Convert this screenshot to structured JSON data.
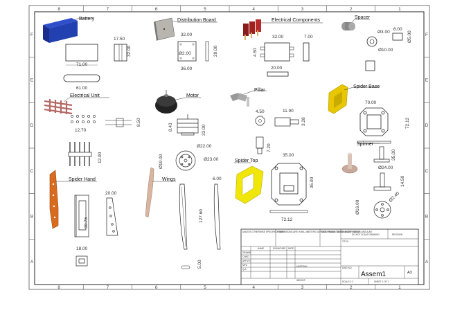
{
  "zones": {
    "cols": [
      "8",
      "7",
      "6",
      "5",
      "4",
      "3",
      "2",
      "1"
    ],
    "rows": [
      "F",
      "E",
      "D",
      "C",
      "B",
      "A"
    ]
  },
  "labels": {
    "battery": "Battery",
    "distribution_board": "Distribution Board",
    "electrical_components": "Electrical Components",
    "spacer": "Spacer",
    "electrical_unit": "Electrical Unit",
    "motor": "Motor",
    "pillar": "Pillar",
    "spider_base": "Spider Base",
    "spinner": "Spinner",
    "spider_top": "Spider Top",
    "spider_hand": "Spider Hand",
    "wings": "Wings"
  },
  "dims": {
    "battery_w": "71.00",
    "battery_h": "61.00",
    "battery_d": "17.50",
    "battery_s": "32.00",
    "board_w": "32.00",
    "board_h": "36.00",
    "board_s": "Ø2.00",
    "board_side": "29.00",
    "ec_w": "32.00",
    "ec_d": "7.00",
    "ec_bot": "20.00",
    "ec_side": "4.50",
    "spacer_d1": "Ø3.00",
    "spacer_d2": "Ø10.00",
    "spacer_w": "6.00",
    "spacer_h": "Ø5.00",
    "eu_w": "12.70",
    "eu_h": "12.00",
    "eu_s": "8.50",
    "motor_h": "8.43",
    "motor_d": "Ø22.00",
    "motor_d2": "Ø19.00",
    "motor_d3": "Ø23.00",
    "motor_s": "33.00",
    "pillar_w": "4.50",
    "pillar_l": "11.90",
    "pillar_s": "3.28",
    "pillar_h": "7.20",
    "sb_w": "70.00",
    "sb_h": "72.12",
    "st_w": "72.12",
    "st_h": "35.00",
    "st_s": "35.00",
    "sp_w": "Ø24.00",
    "sp_h": "14.50",
    "sp_d": "Ø16.00",
    "sp_d2": "Ø2.40",
    "sh_w": "20.00",
    "sh_h": "90.76",
    "sh_b": "18.00",
    "wing_l": "127.60",
    "wing_w": "6.00",
    "wing_s": "5.00"
  },
  "title_block": {
    "notes": "UNLESS OTHERWISE SPECIFIED: DIMENSIONS ARE IN MILLIMETERS SURFACE FINISH: TOLERANCES: LINEAR: ANGULAR:",
    "finish": "FINISH:",
    "deburr": "DEBURR AND BREAK SHARP EDGES",
    "dont_scale": "DO NOT SCALE DRAWING",
    "revision": "REVISION",
    "title": "TITLE:",
    "rows": [
      "DRAWN",
      "CHK'D",
      "APPV'D",
      "MFG",
      "Q.A"
    ],
    "cols": [
      "NAME",
      "SIGNATURE",
      "DATE"
    ],
    "material": "MATERIAL:",
    "weight": "WEIGHT:",
    "dwg_no": "DWG NO.",
    "part_name": "Assem1",
    "size": "A3",
    "scale": "SCALE:1:2",
    "sheet": "SHEET 1 OF 1"
  }
}
